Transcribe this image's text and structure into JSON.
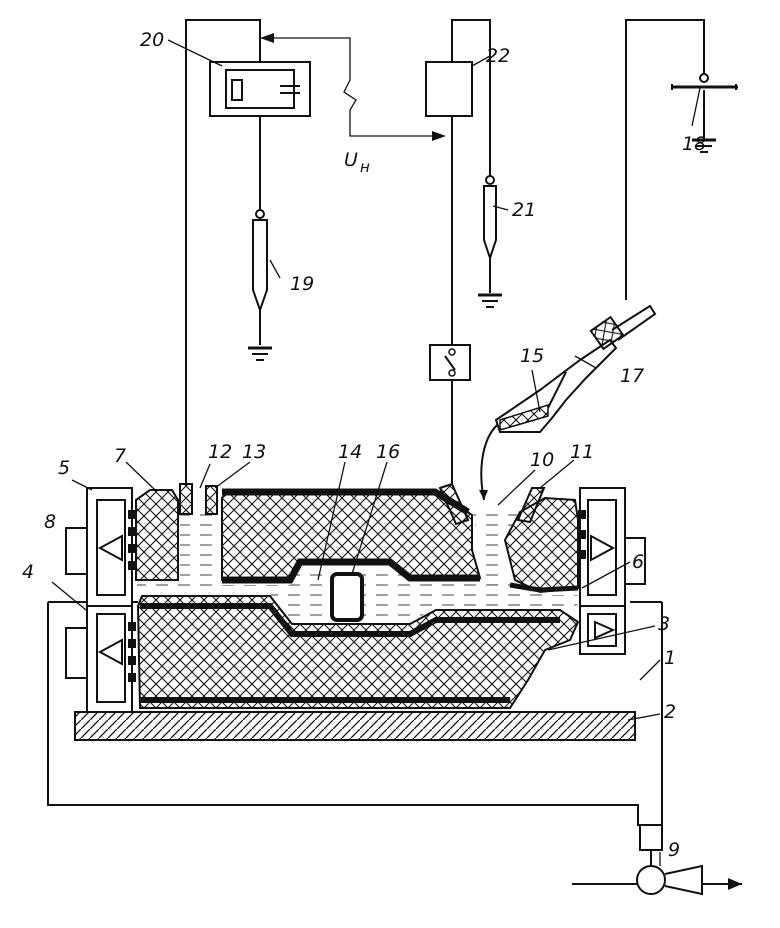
{
  "figure": {
    "voltage_label": "U",
    "voltage_subscript": "н",
    "callouts": [
      {
        "id": "1",
        "text": "1"
      },
      {
        "id": "2",
        "text": "2"
      },
      {
        "id": "3",
        "text": "3"
      },
      {
        "id": "4",
        "text": "4"
      },
      {
        "id": "5",
        "text": "5"
      },
      {
        "id": "6",
        "text": "6"
      },
      {
        "id": "7",
        "text": "7"
      },
      {
        "id": "8",
        "text": "8"
      },
      {
        "id": "9",
        "text": "9"
      },
      {
        "id": "10",
        "text": "10"
      },
      {
        "id": "11",
        "text": "11"
      },
      {
        "id": "12",
        "text": "12"
      },
      {
        "id": "13",
        "text": "13"
      },
      {
        "id": "14",
        "text": "14"
      },
      {
        "id": "15",
        "text": "15"
      },
      {
        "id": "16",
        "text": "16"
      },
      {
        "id": "17",
        "text": "17"
      },
      {
        "id": "18",
        "text": "18"
      },
      {
        "id": "19",
        "text": "19"
      },
      {
        "id": "20",
        "text": "20"
      },
      {
        "id": "21",
        "text": "21"
      },
      {
        "id": "22",
        "text": "22"
      }
    ]
  }
}
